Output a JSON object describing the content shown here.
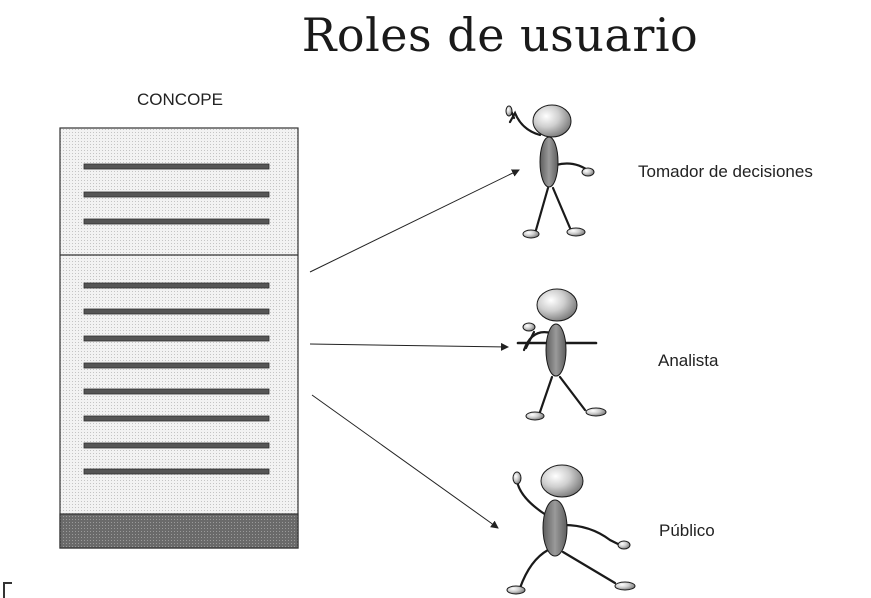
{
  "slide": {
    "title": "Roles de usuario"
  },
  "server": {
    "label": "CONCOPE",
    "body_color": "#eaeaea",
    "line_color": "#555555",
    "base_color": "#6f6f6f"
  },
  "roles": [
    {
      "label": "Tomador de decisiones",
      "pose": "pointing-up"
    },
    {
      "label": "Analista",
      "pose": "thinking"
    },
    {
      "label": "Público",
      "pose": "waving"
    }
  ],
  "figure_colors": {
    "head": "#bdbdbd",
    "body": "#7a7a7a"
  }
}
